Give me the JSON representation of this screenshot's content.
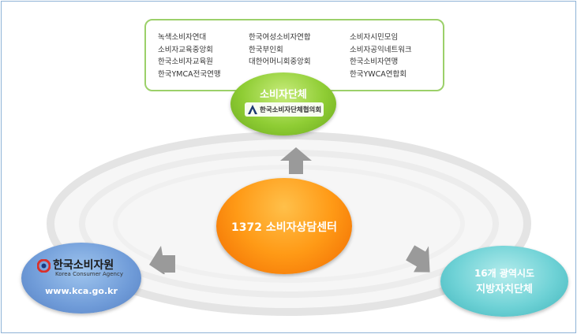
{
  "top_box": {
    "columns": [
      [
        "녹색소비자연대",
        "소비자교육중앙회",
        "한국소비자교육원",
        "한국YMCA전국연맹"
      ],
      [
        "한국여성소비자연합",
        "한국부인회",
        "대한어머니회중앙회"
      ],
      [
        "소비자시민모임",
        "소비자공익네트워크",
        "한국소비자연맹",
        "한국YWCA연합회"
      ]
    ]
  },
  "consumer_groups": {
    "title": "소비자단체",
    "org": "한국소비자단체협의회"
  },
  "center": {
    "title": "1372 소비자상담센터"
  },
  "kca": {
    "name_ko": "한국소비자원",
    "name_en": "Korea Consumer Agency",
    "url": "www.kca.go.kr"
  },
  "local": {
    "line1": "16개 광역시도",
    "line2": "지방자치단체"
  },
  "colors": {
    "green": "#8fcd34",
    "orange": "#ff9a16",
    "blue": "#6f9bd8",
    "teal": "#6fd2d6",
    "border": "#9cd06a"
  }
}
